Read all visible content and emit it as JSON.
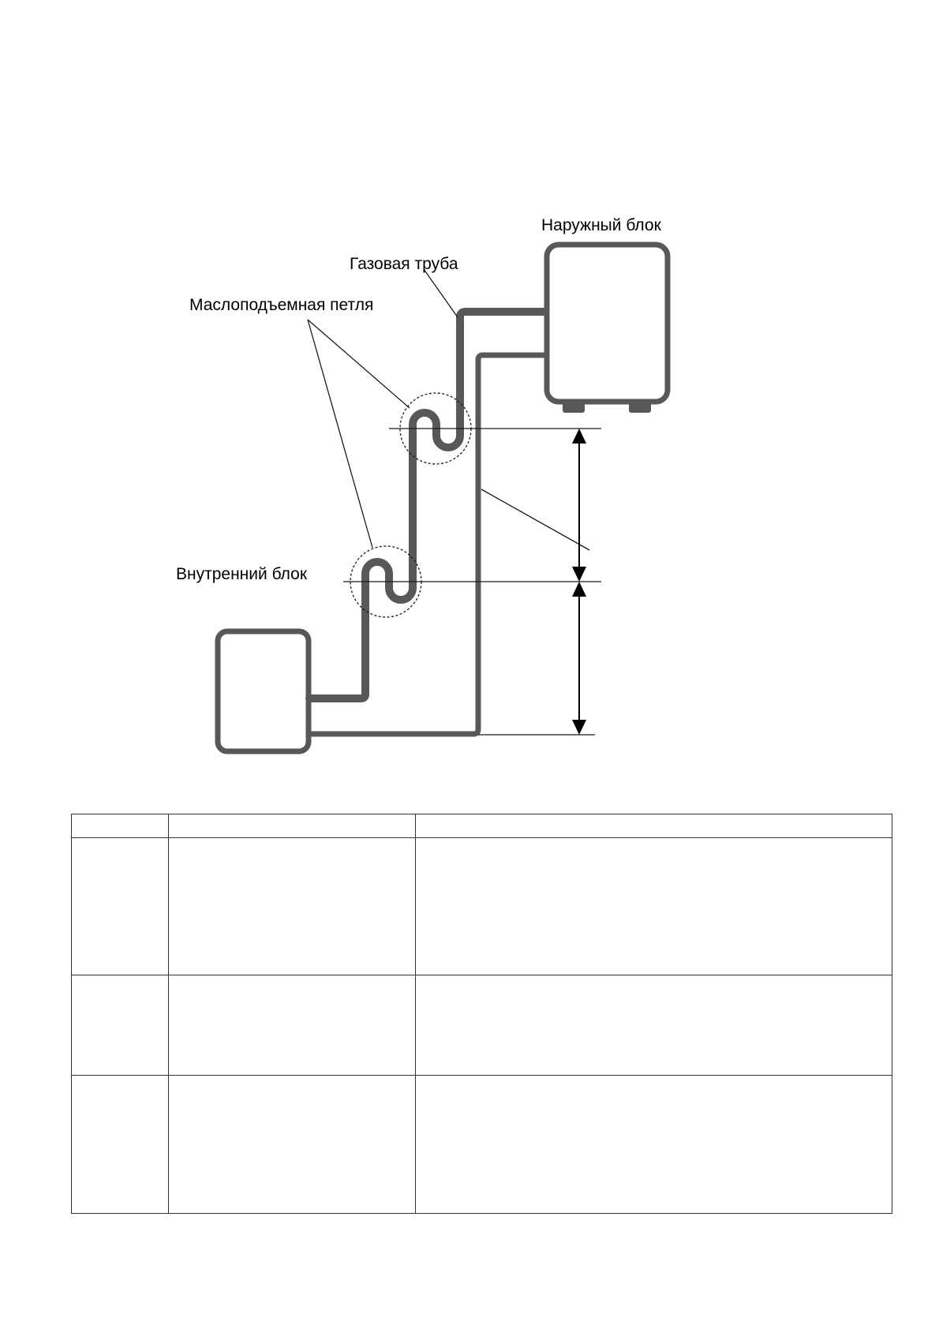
{
  "diagram": {
    "labels": {
      "outdoor_unit": "Наружный блок",
      "gas_pipe": "Газовая труба",
      "oil_trap": "Маслоподъемная петля",
      "indoor_unit": "Внутренний блок"
    },
    "colors": {
      "pipe": "#58585a",
      "lines": "#1a1a1a",
      "arrows": "#000000"
    }
  },
  "table": {
    "rows": [
      [
        "",
        "",
        ""
      ],
      [
        "",
        "",
        ""
      ],
      [
        "",
        "",
        ""
      ],
      [
        "",
        "",
        ""
      ]
    ]
  }
}
